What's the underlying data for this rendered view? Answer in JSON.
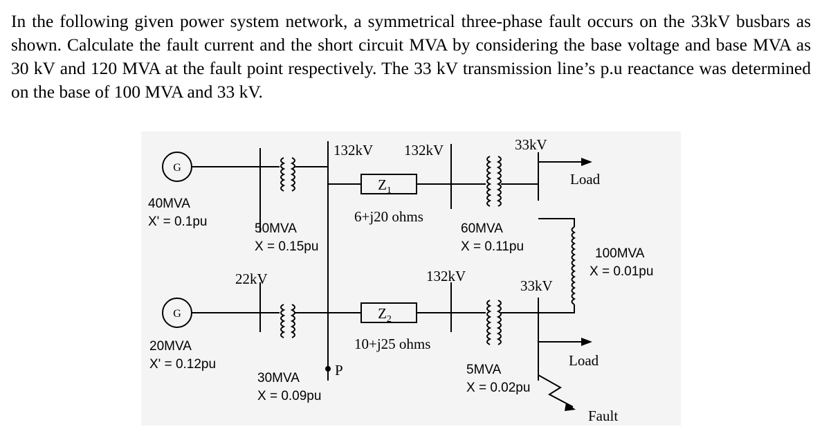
{
  "question": {
    "text": "In the following given power system network, a symmetrical three-phase fault occurs on the 33kV busbars as shown. Calculate the fault current and the short circuit MVA by considering the base voltage and base MVA as 30 kV and 120 MVA at the fault point respectively. The 33 kV transmission line’s p.u reactance was determined on the base of 100 MVA and 33 kV."
  },
  "diagram": {
    "generator_symbol": "G",
    "gen1": {
      "rating": "40MVA",
      "reactance": "X' = 0.1pu"
    },
    "gen2": {
      "rating": "20MVA",
      "reactance": "X' = 0.12pu"
    },
    "tx1": {
      "rating": "50MVA",
      "reactance": "X = 0.15pu"
    },
    "tx2": {
      "rating": "30MVA",
      "reactance": "X = 0.09pu"
    },
    "tx3": {
      "rating": "60MVA",
      "reactance": "X = 0.11pu"
    },
    "tx4": {
      "rating": "5MVA",
      "reactance": "X = 0.02pu"
    },
    "line33": {
      "rating": "100MVA",
      "reactance": "X = 0.01pu"
    },
    "z1": {
      "label": "Z",
      "sub": "1",
      "value": "6+j20 ohms"
    },
    "z2": {
      "label": "Z",
      "sub": "2",
      "value": "10+j25 ohms"
    },
    "voltages": {
      "v22": "22kV",
      "v132a": "132kV",
      "v132b": "132kV",
      "v132c": "132kV",
      "v33a": "33kV",
      "v33b": "33kV"
    },
    "load_top": "Load",
    "load_bottom": "Load",
    "point_p": "P",
    "fault": "Fault"
  }
}
